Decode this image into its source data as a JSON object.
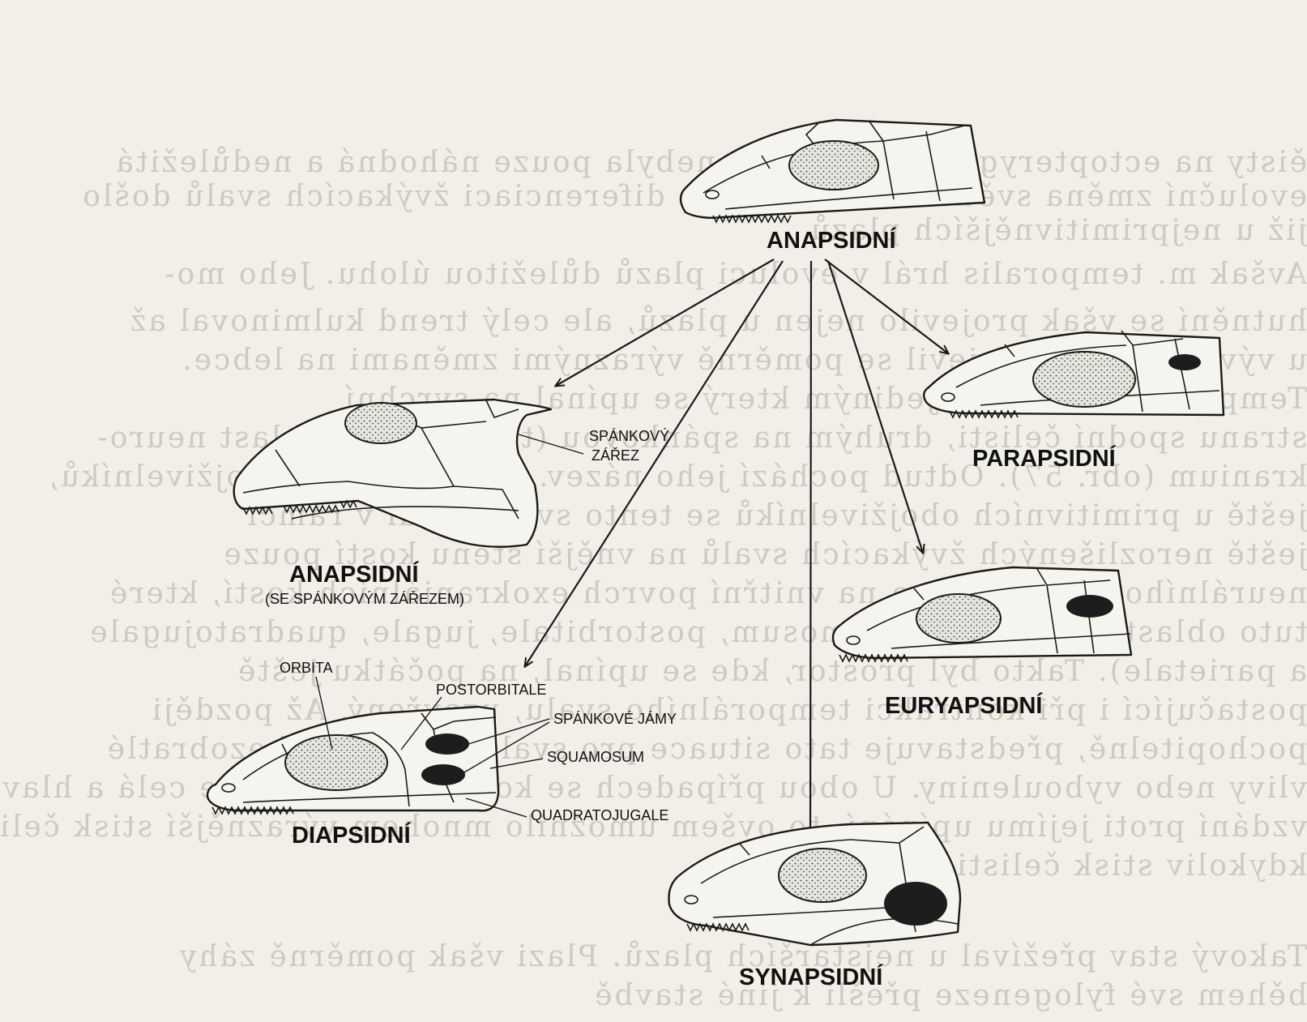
{
  "background_text": [
    "ěisty na ectopterygoidy. Ovšem to nebyla pouze náhodná a nedůležitá",
    "evoluční změna svědčí to, že při této diferenciaci žvýkacích svalů došlo",
    "již u nejprimitivnějších plazů",
    "Avšak m. temporalis hrál v evoluci plazů důležitou úlohu. Jeho mo-",
    "hutnění se však projevilo nejen u plazů, ale celý trend kulminoval až",
    "u vývoj savců a projevil se poměrně výraznými změnami na lebce.",
    "Temporalis je svalem jediným který se upínal na svrchní",
    "stranu spodní čelisti, druhým na spánkovou (temporální) oblast neuro-",
    "kranium (obr. 57). Odtud pochází jeho název. U nejstarších obojživelníků,",
    "ještě u primitivních obojživelníků se tento sval upínal v rámci",
    "ještě nerozlišených žvýkacích svalů na vnější stěnu kostí pouze",
    "neurálního endokrania a na vnitřní povrch exokraniálních kostí, které",
    "tuto oblast kryly (tzv. squamosum, postorbitale, jugale, quadratojugale",
    "a parietale). Takto byl prostor, kde se upínal, na počátku ještě",
    "postačující i při kontrakci temporálního svalu, uzavřený. Až později",
    "pochopitelně, představuje tato situace pro svalstvo značné bezobratlé",
    "vlivy nebo vybouleniny. U obou případech se kontrakcí uplatňuje celá a hlavní",
    "vzdání proti jejímu upínání, to ovšem umožnilo mnohem výraznější stisk čelistí.",
    "kdykoliv stisk čelisti.",
    "Takový stav přežíval u nejstarších plazů. Plazi však poměrně záhy",
    "během své fylogeneze přešli k jiné stavbě"
  ],
  "skulls": {
    "anapsid_top": {
      "label": "ANAPSIDNÍ",
      "icon": "anapsid-skull-icon"
    },
    "parapsid": {
      "label": "PARAPSIDNÍ",
      "icon": "parapsid-skull-icon"
    },
    "anapsid_notch": {
      "label": "ANAPSIDNÍ",
      "sublabel": "(SE SPÁNKOVÝM ZÁŘEZEM)",
      "icon": "anapsid-notched-skull-icon",
      "annotation_line1": "SPÁNKOVÝ",
      "annotation_line2": "ZÁŘEZ"
    },
    "euryapsid": {
      "label": "EURYAPSIDNÍ",
      "icon": "euryapsid-skull-icon"
    },
    "diapsid": {
      "label": "DIAPSIDNÍ",
      "icon": "diapsid-skull-icon",
      "annotations": {
        "orbita": "ORBITA",
        "postorbitale": "POSTORBITALE",
        "spankove_jamy": "SPÁNKOVÉ JÁMY",
        "squamosum": "SQUAMOSUM",
        "quadratojugale": "QUADRATOJUGALE"
      }
    },
    "synapsid": {
      "label": "SYNAPSIDNÍ",
      "icon": "synapsid-skull-icon"
    }
  },
  "colors": {
    "paper": "#f1efe8",
    "ink": "#1a1a1a",
    "bleed_text": "#cdcac1"
  }
}
